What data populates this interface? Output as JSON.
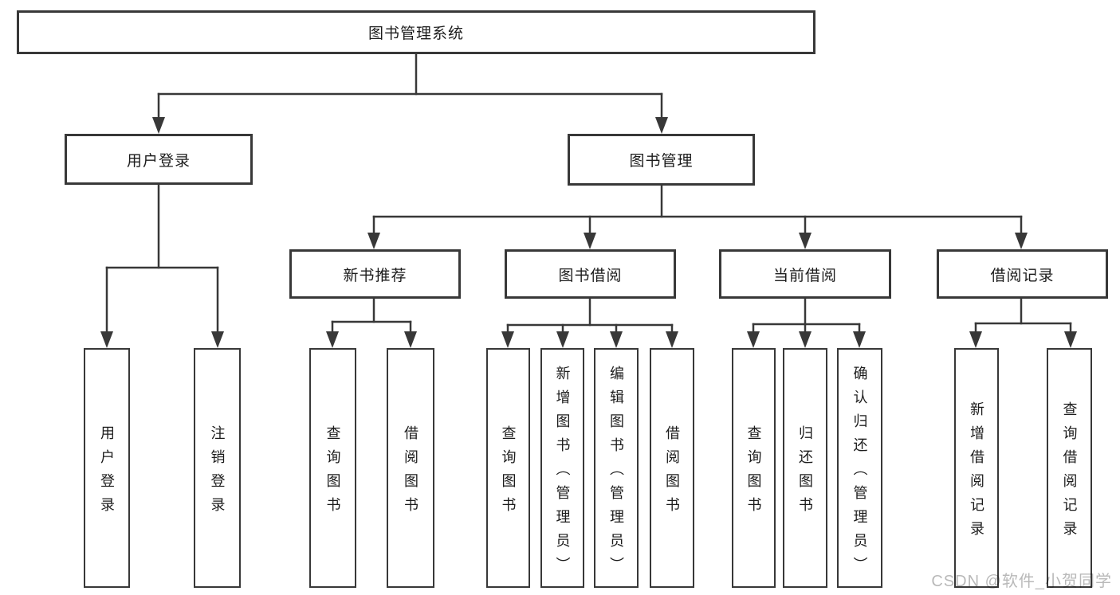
{
  "diagram": {
    "title": "图书管理系统",
    "nodes": {
      "root": {
        "label": "图书管理系统"
      },
      "user_login": {
        "label": "用户登录"
      },
      "book_mgmt": {
        "label": "图书管理"
      },
      "new_book_rec": {
        "label": "新书推荐"
      },
      "book_borrow": {
        "label": "图书借阅"
      },
      "current_borrow": {
        "label": "当前借阅"
      },
      "borrow_record": {
        "label": "借阅记录"
      },
      "v_user_login": {
        "label": "用户登录"
      },
      "v_logout_login": {
        "label": "注销登录"
      },
      "nb_query_book": {
        "label": "查询图书"
      },
      "nb_borrow_book": {
        "label": "借阅图书"
      },
      "bb_query_book": {
        "label": "查询图书"
      },
      "bb_add_book": {
        "label": "新增图书（管理员）"
      },
      "bb_edit_book": {
        "label": "编辑图书（管理员）"
      },
      "bb_borrow_book": {
        "label": "借阅图书"
      },
      "cb_query_book": {
        "label": "查询图书"
      },
      "cb_return_book": {
        "label": "归还图书"
      },
      "cb_confirm_return": {
        "label": "确认归还（管理员）"
      },
      "br_add_record": {
        "label": "新增借阅记录"
      },
      "br_query_record": {
        "label": "查询借阅记录"
      }
    },
    "hierarchy": {
      "图书管理系统": {
        "用户登录": [
          "用户登录",
          "注销登录"
        ],
        "图书管理": {
          "新书推荐": [
            "查询图书",
            "借阅图书"
          ],
          "图书借阅": [
            "查询图书",
            "新增图书（管理员）",
            "编辑图书（管理员）",
            "借阅图书"
          ],
          "当前借阅": [
            "查询图书",
            "归还图书",
            "确认归还（管理员）"
          ],
          "借阅记录": [
            "新增借阅记录",
            "查询借阅记录"
          ]
        }
      }
    }
  },
  "watermark": {
    "text": "CSDN @软件_小贺同学"
  },
  "colors": {
    "background": "#ffffff",
    "box_border": "#383838",
    "line": "#383838",
    "text": "#1c1c1c",
    "watermark": "#b9b9b9"
  }
}
